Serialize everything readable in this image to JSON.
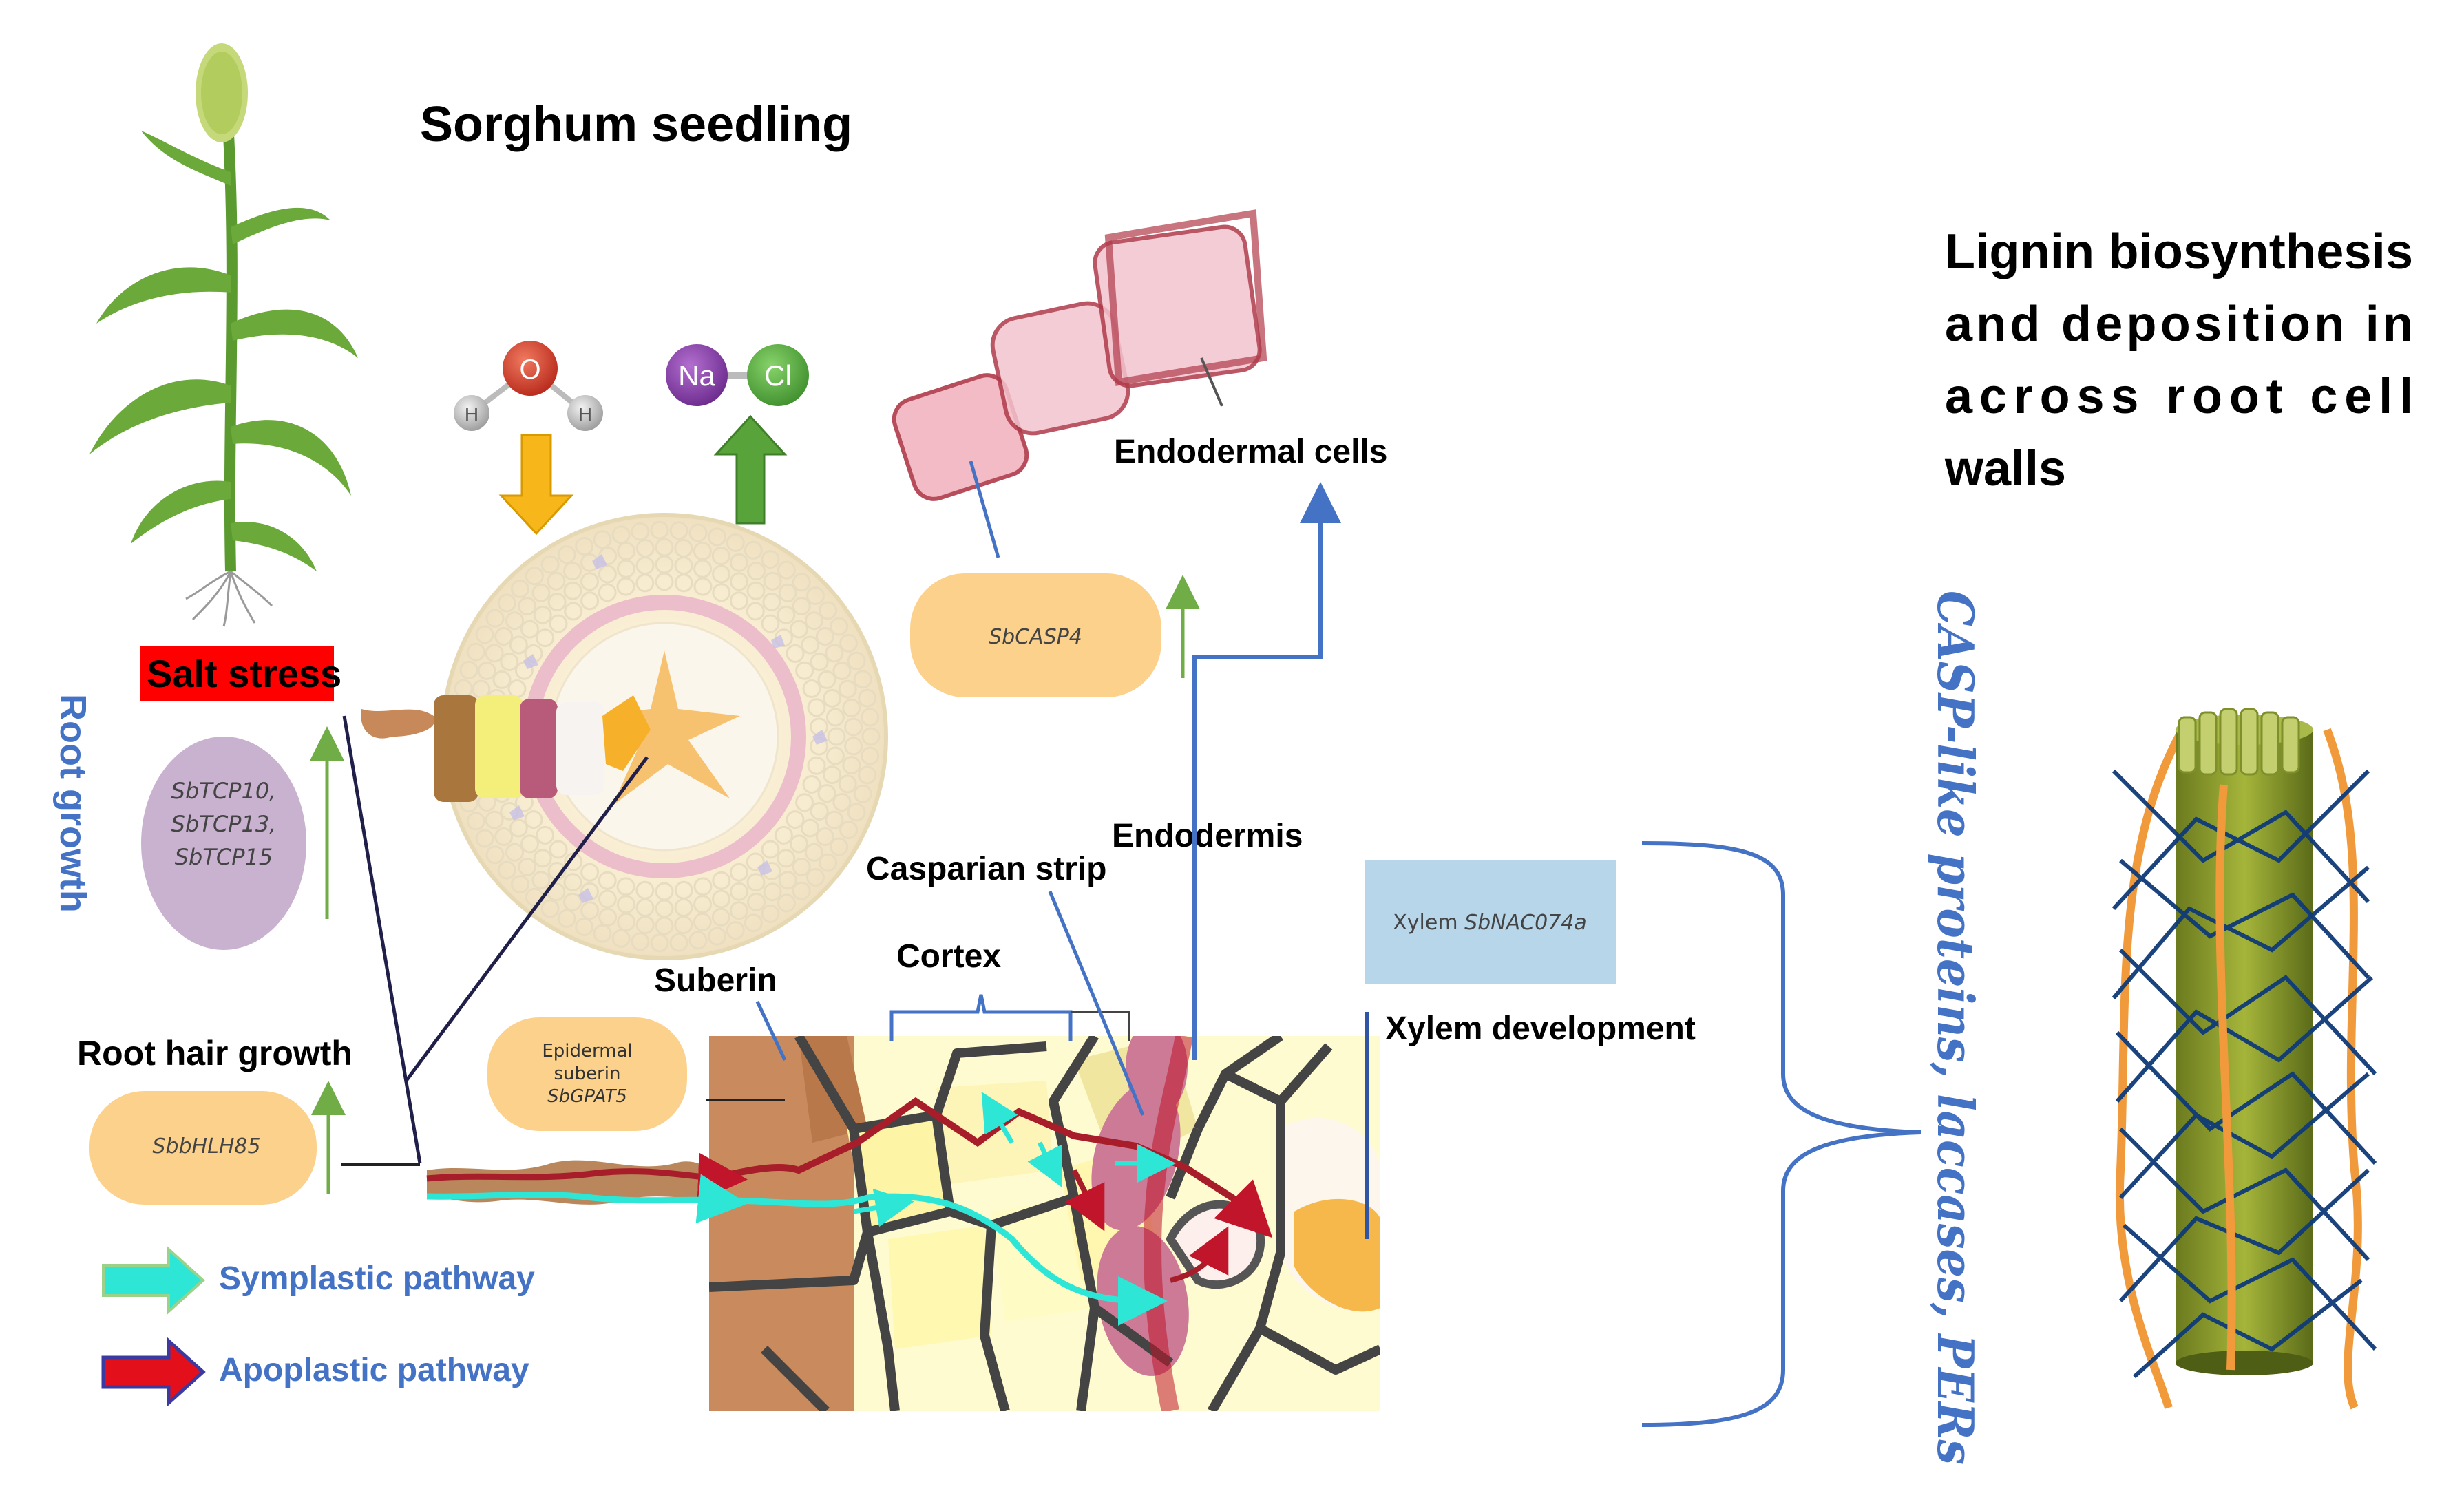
{
  "colors": {
    "label_blue": "#4472c4",
    "gene_box": "#fbd18c",
    "salt_stress_bg": "#ff0000",
    "tcp_oval": "#c9b2cf",
    "xylem_box": "#b8d6ea",
    "up_arrow_green": "#70ad47",
    "symplastic": "#2ee6d6",
    "apoplastic": "#c0152a"
  },
  "title": "Sorghum seedling",
  "right_heading": {
    "line1": "Lignin biosynthesis",
    "line2": "and deposition in",
    "line3": "across root cell",
    "line4": "walls"
  },
  "molecules": {
    "water": {
      "o": "O",
      "h1": "H",
      "h2": "H"
    },
    "salt": {
      "na": "Na",
      "cl": "Cl"
    }
  },
  "labels": {
    "salt_stress": "Salt stress",
    "root_growth": "Root growth",
    "root_hair_growth": "Root hair growth",
    "endodermal_cells": "Endodermal cells",
    "endodermis": "Endodermis",
    "casparian_strip": "Casparian strip",
    "cortex": "Cortex",
    "suberin": "Suberin",
    "xylem_development": "Xylem development",
    "casp_like": "CASP-like proteins, laccases, PERs"
  },
  "genes": {
    "tcp_line1": "SbTCP10,",
    "tcp_line2": "SbTCP13,",
    "tcp_line3": "SbTCP15",
    "bhlh": "SbbHLH85",
    "casp4": "SbCASP4",
    "gpat_line1": "Epidermal",
    "gpat_line2": "suberin",
    "gpat_line3": "SbGPAT5",
    "nac_prefix": "Xylem ",
    "nac_gene": "SbNAC074a"
  },
  "legend": [
    {
      "label": "Symplastic pathway",
      "color": "#2ee6d6"
    },
    {
      "label": "Apoplastic pathway",
      "color": "#e3101c"
    }
  ]
}
